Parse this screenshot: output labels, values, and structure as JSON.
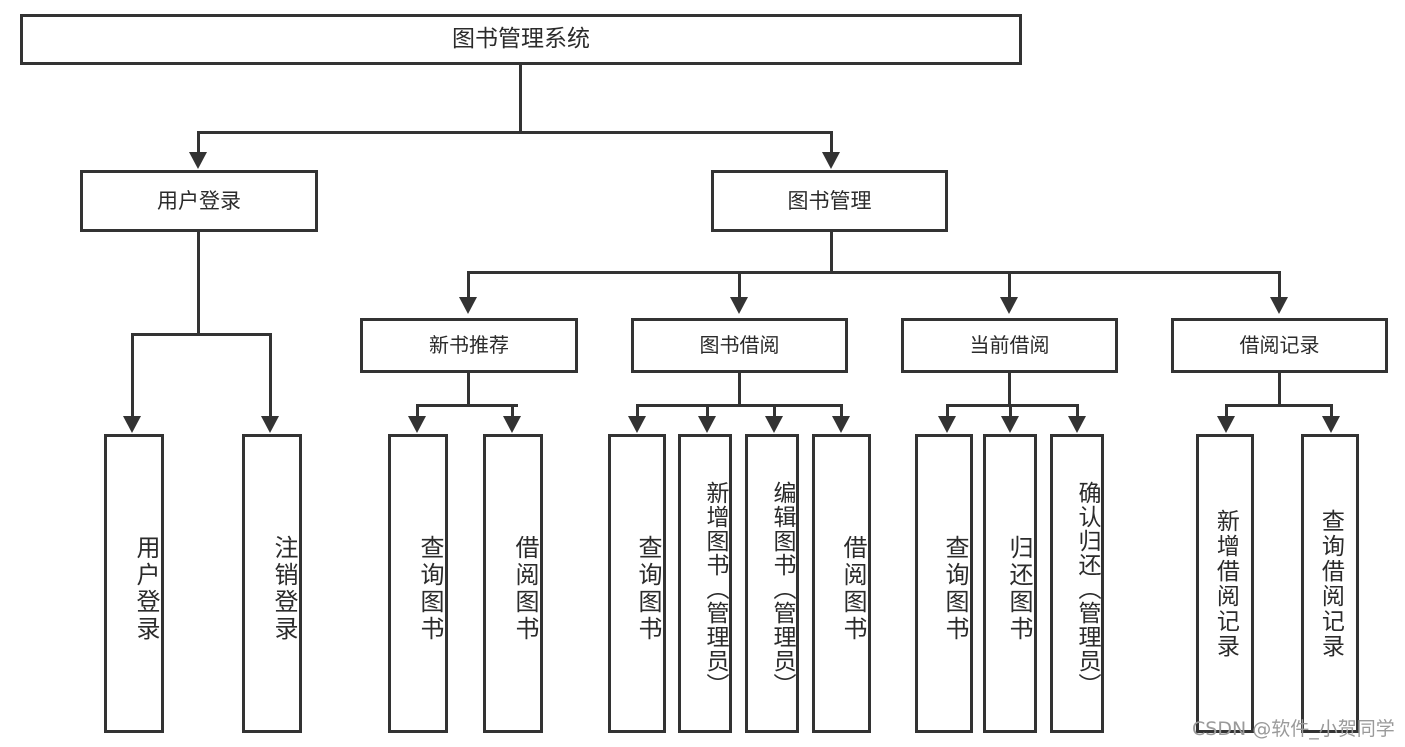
{
  "diagram": {
    "title": "图书管理系统",
    "type": "tree-hierarchy-diagram",
    "colors": {
      "stroke": "#333333",
      "text": "#2b2b2b",
      "background": "#ffffff",
      "watermark": "#9a9a9a"
    },
    "root": {
      "label": "图书管理系统"
    },
    "level1": [
      {
        "label": "用户登录"
      },
      {
        "label": "图书管理"
      }
    ],
    "level2": [
      {
        "label": "新书推荐"
      },
      {
        "label": "图书借阅"
      },
      {
        "label": "当前借阅"
      },
      {
        "label": "借阅记录"
      }
    ],
    "leaves": {
      "user_login": [
        {
          "label": "用户登录"
        },
        {
          "label": "注销登录"
        }
      ],
      "new_book_recommend": [
        {
          "label": "查询图书"
        },
        {
          "label": "借阅图书"
        }
      ],
      "book_borrow": [
        {
          "label": "查询图书"
        },
        {
          "label": "新增图书（管理员）"
        },
        {
          "label": "编辑图书（管理员）"
        },
        {
          "label": "借阅图书"
        }
      ],
      "current_borrow": [
        {
          "label": "查询图书"
        },
        {
          "label": "归还图书"
        },
        {
          "label": "确认归还（管理员）"
        }
      ],
      "borrow_record": [
        {
          "label": "新增借阅记录"
        },
        {
          "label": "查询借阅记录"
        }
      ]
    }
  },
  "watermark": {
    "text": "CSDN @软件_小贺同学"
  }
}
